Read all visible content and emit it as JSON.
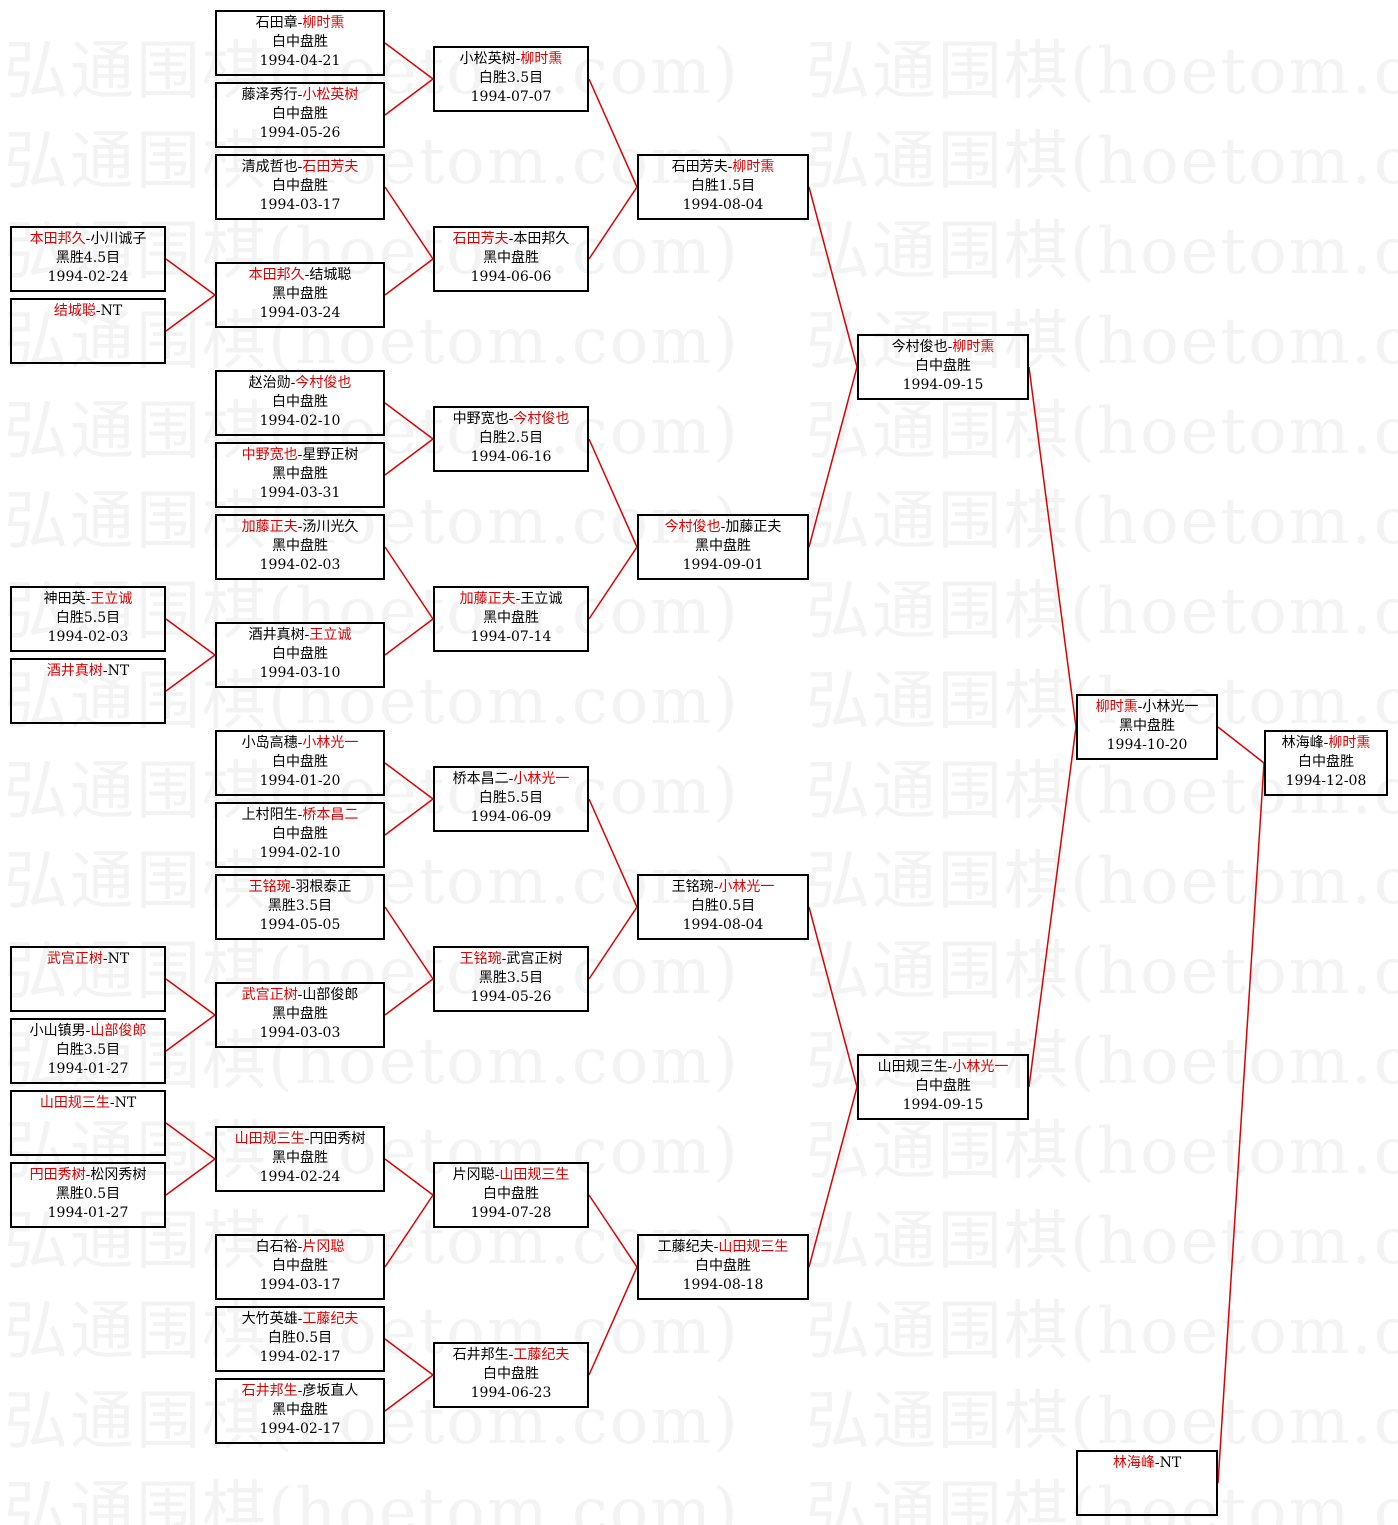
{
  "watermark": "弘通围棋(hoetom.com)",
  "colors": {
    "winner": "#e00000",
    "line": "#e00000",
    "border": "#000000",
    "text": "#000000"
  },
  "nodes": [
    {
      "id": "r1a",
      "p1": "石田章",
      "p2": "柳时熏",
      "winner": 2,
      "result": "白中盘胜",
      "date": "1994-04-21"
    },
    {
      "id": "r1b",
      "p1": "藤泽秀行",
      "p2": "小松英树",
      "winner": 2,
      "result": "白中盘胜",
      "date": "1994-05-26"
    },
    {
      "id": "r1c",
      "p1": "清成哲也",
      "p2": "石田芳夫",
      "winner": 2,
      "result": "白中盘胜",
      "date": "1994-03-17"
    },
    {
      "id": "p1a",
      "p1": "本田邦久",
      "p2": "小川诚子",
      "winner": 1,
      "result": "黑胜4.5目",
      "date": "1994-02-24"
    },
    {
      "id": "p1b",
      "p1": "结城聪",
      "p2": "NT",
      "winner": 1,
      "result": "",
      "date": ""
    },
    {
      "id": "r1d",
      "p1": "本田邦久",
      "p2": "结城聪",
      "winner": 1,
      "result": "黑中盘胜",
      "date": "1994-03-24"
    },
    {
      "id": "r1e",
      "p1": "赵治勋",
      "p2": "今村俊也",
      "winner": 2,
      "result": "白中盘胜",
      "date": "1994-02-10"
    },
    {
      "id": "r1f",
      "p1": "中野宽也",
      "p2": "星野正树",
      "winner": 1,
      "result": "黑中盘胜",
      "date": "1994-03-31"
    },
    {
      "id": "r1g",
      "p1": "加藤正夫",
      "p2": "汤川光久",
      "winner": 1,
      "result": "黑中盘胜",
      "date": "1994-02-03"
    },
    {
      "id": "p2a",
      "p1": "神田英",
      "p2": "王立诚",
      "winner": 2,
      "result": "白胜5.5目",
      "date": "1994-02-03"
    },
    {
      "id": "p2b",
      "p1": "酒井真树",
      "p2": "NT",
      "winner": 1,
      "result": "",
      "date": ""
    },
    {
      "id": "r1h",
      "p1": "酒井真树",
      "p2": "王立诚",
      "winner": 2,
      "result": "白中盘胜",
      "date": "1994-03-10"
    },
    {
      "id": "r1i",
      "p1": "小岛高穗",
      "p2": "小林光一",
      "winner": 2,
      "result": "白中盘胜",
      "date": "1994-01-20"
    },
    {
      "id": "r1j",
      "p1": "上村阳生",
      "p2": "桥本昌二",
      "winner": 2,
      "result": "白中盘胜",
      "date": "1994-02-10"
    },
    {
      "id": "r1k",
      "p1": "王铭琬",
      "p2": "羽根泰正",
      "winner": 1,
      "result": "黑胜3.5目",
      "date": "1994-05-05"
    },
    {
      "id": "p3a",
      "p1": "武宫正树",
      "p2": "NT",
      "winner": 1,
      "result": "",
      "date": ""
    },
    {
      "id": "p3b",
      "p1": "小山镇男",
      "p2": "山部俊郎",
      "winner": 2,
      "result": "白胜3.5目",
      "date": "1994-01-27"
    },
    {
      "id": "r1l",
      "p1": "武宫正树",
      "p2": "山部俊郎",
      "winner": 1,
      "result": "黑中盘胜",
      "date": "1994-03-03"
    },
    {
      "id": "p4a",
      "p1": "山田规三生",
      "p2": "NT",
      "winner": 1,
      "result": "",
      "date": ""
    },
    {
      "id": "p4b",
      "p1": "円田秀树",
      "p2": "松冈秀树",
      "winner": 1,
      "result": "黑胜0.5目",
      "date": "1994-01-27"
    },
    {
      "id": "r1m",
      "p1": "山田规三生",
      "p2": "円田秀树",
      "winner": 1,
      "result": "黑中盘胜",
      "date": "1994-02-24"
    },
    {
      "id": "r1n",
      "p1": "白石裕",
      "p2": "片冈聪",
      "winner": 2,
      "result": "白中盘胜",
      "date": "1994-03-17"
    },
    {
      "id": "r1o",
      "p1": "大竹英雄",
      "p2": "工藤纪夫",
      "winner": 2,
      "result": "白胜0.5目",
      "date": "1994-02-17"
    },
    {
      "id": "r1p",
      "p1": "石井邦生",
      "p2": "彦坂直人",
      "winner": 1,
      "result": "黑中盘胜",
      "date": "1994-02-17"
    },
    {
      "id": "r2a",
      "p1": "小松英树",
      "p2": "柳时熏",
      "winner": 2,
      "result": "白胜3.5目",
      "date": "1994-07-07"
    },
    {
      "id": "r2b",
      "p1": "石田芳夫",
      "p2": "本田邦久",
      "winner": 1,
      "result": "黑中盘胜",
      "date": "1994-06-06"
    },
    {
      "id": "r2c",
      "p1": "中野宽也",
      "p2": "今村俊也",
      "winner": 2,
      "result": "白胜2.5目",
      "date": "1994-06-16"
    },
    {
      "id": "r2d",
      "p1": "加藤正夫",
      "p2": "王立诚",
      "winner": 1,
      "result": "黑中盘胜",
      "date": "1994-07-14"
    },
    {
      "id": "r2e",
      "p1": "桥本昌二",
      "p2": "小林光一",
      "winner": 2,
      "result": "白胜5.5目",
      "date": "1994-06-09"
    },
    {
      "id": "r2f",
      "p1": "王铭琬",
      "p2": "武宫正树",
      "winner": 1,
      "result": "黑胜3.5目",
      "date": "1994-05-26"
    },
    {
      "id": "r2g",
      "p1": "片冈聪",
      "p2": "山田规三生",
      "winner": 2,
      "result": "白中盘胜",
      "date": "1994-07-28"
    },
    {
      "id": "r2h",
      "p1": "石井邦生",
      "p2": "工藤纪夫",
      "winner": 2,
      "result": "白中盘胜",
      "date": "1994-06-23"
    },
    {
      "id": "r3a",
      "p1": "石田芳夫",
      "p2": "柳时熏",
      "winner": 2,
      "result": "白胜1.5目",
      "date": "1994-08-04"
    },
    {
      "id": "r3b",
      "p1": "今村俊也",
      "p2": "加藤正夫",
      "winner": 1,
      "result": "黑中盘胜",
      "date": "1994-09-01"
    },
    {
      "id": "r3c",
      "p1": "王铭琬",
      "p2": "小林光一",
      "winner": 2,
      "result": "白胜0.5目",
      "date": "1994-08-04"
    },
    {
      "id": "r3d",
      "p1": "工藤纪夫",
      "p2": "山田规三生",
      "winner": 2,
      "result": "白中盘胜",
      "date": "1994-08-18"
    },
    {
      "id": "sf1",
      "p1": "今村俊也",
      "p2": "柳时熏",
      "winner": 2,
      "result": "白中盘胜",
      "date": "1994-09-15"
    },
    {
      "id": "sf2",
      "p1": "山田规三生",
      "p2": "小林光一",
      "winner": 2,
      "result": "白中盘胜",
      "date": "1994-09-15"
    },
    {
      "id": "fin",
      "p1": "柳时熏",
      "p2": "小林光一",
      "winner": 1,
      "result": "黑中盘胜",
      "date": "1994-10-20"
    },
    {
      "id": "champ",
      "p1": "林海峰",
      "p2": "柳时熏",
      "winner": 2,
      "result": "白中盘胜",
      "date": "1994-12-08"
    },
    {
      "id": "seed",
      "p1": "林海峰",
      "p2": "NT",
      "winner": 1,
      "result": "",
      "date": ""
    }
  ],
  "links": [
    [
      "p1a",
      "r1d"
    ],
    [
      "p1b",
      "r1d"
    ],
    [
      "p2a",
      "r1h"
    ],
    [
      "p2b",
      "r1h"
    ],
    [
      "p3a",
      "r1l"
    ],
    [
      "p3b",
      "r1l"
    ],
    [
      "p4a",
      "r1m"
    ],
    [
      "p4b",
      "r1m"
    ],
    [
      "r1a",
      "r2a"
    ],
    [
      "r1b",
      "r2a"
    ],
    [
      "r1c",
      "r2b"
    ],
    [
      "r1d",
      "r2b"
    ],
    [
      "r1e",
      "r2c"
    ],
    [
      "r1f",
      "r2c"
    ],
    [
      "r1g",
      "r2d"
    ],
    [
      "r1h",
      "r2d"
    ],
    [
      "r1i",
      "r2e"
    ],
    [
      "r1j",
      "r2e"
    ],
    [
      "r1k",
      "r2f"
    ],
    [
      "r1l",
      "r2f"
    ],
    [
      "r1m",
      "r2g"
    ],
    [
      "r1n",
      "r2g"
    ],
    [
      "r1o",
      "r2h"
    ],
    [
      "r1p",
      "r2h"
    ],
    [
      "r2a",
      "r3a"
    ],
    [
      "r2b",
      "r3a"
    ],
    [
      "r2c",
      "r3b"
    ],
    [
      "r2d",
      "r3b"
    ],
    [
      "r2e",
      "r3c"
    ],
    [
      "r2f",
      "r3c"
    ],
    [
      "r2g",
      "r3d"
    ],
    [
      "r2h",
      "r3d"
    ],
    [
      "r3a",
      "sf1"
    ],
    [
      "r3b",
      "sf1"
    ],
    [
      "r3c",
      "sf2"
    ],
    [
      "r3d",
      "sf2"
    ],
    [
      "sf1",
      "fin"
    ],
    [
      "sf2",
      "fin"
    ],
    [
      "fin",
      "champ"
    ],
    [
      "seed",
      "champ"
    ]
  ]
}
